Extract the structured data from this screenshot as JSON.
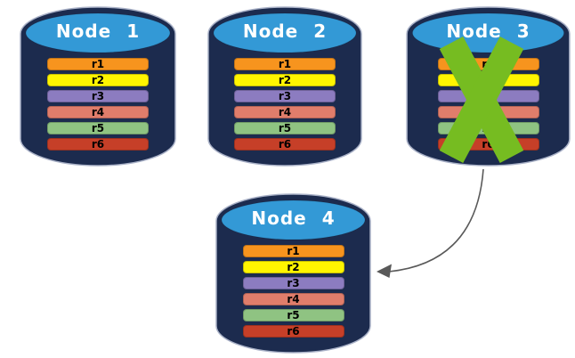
{
  "diagram": {
    "nodes": [
      {
        "title": "Node 1",
        "failed": false
      },
      {
        "title": "Node 2",
        "failed": false
      },
      {
        "title": "Node 3",
        "failed": true
      },
      {
        "title": "Node 4",
        "failed": false
      }
    ],
    "replicas": [
      {
        "label": "r1",
        "color": "#F7941E"
      },
      {
        "label": "r2",
        "color": "#FFF500"
      },
      {
        "label": "r3",
        "color": "#8C7CC0"
      },
      {
        "label": "r4",
        "color": "#E07D6B"
      },
      {
        "label": "r5",
        "color": "#8FC382"
      },
      {
        "label": "r6",
        "color": "#C63F28"
      }
    ],
    "colors": {
      "cylinder_body": "#1C2B4E",
      "cylinder_top": "#3399D6",
      "cylinder_outline": "#A9B1C7",
      "failure_x": "#76BC21",
      "arrow": "#595959",
      "title_text": "#FFFFFF",
      "bar_text": "#000000"
    }
  }
}
